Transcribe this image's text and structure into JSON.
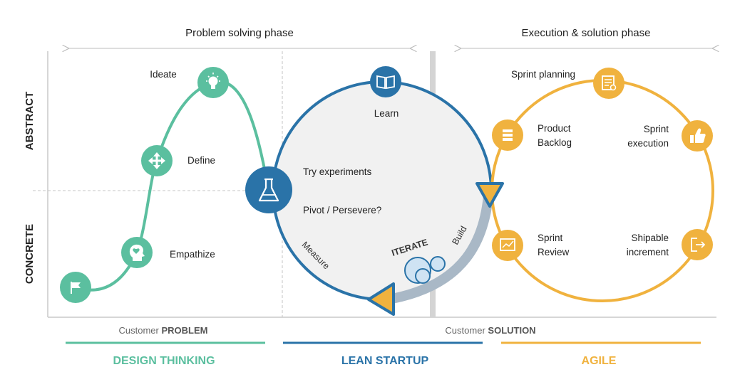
{
  "phases": {
    "problem": "Problem solving phase",
    "execution": "Execution & solution phase"
  },
  "axis": {
    "abstract": "ABSTRACT",
    "concrete": "CONCRETE"
  },
  "design_thinking": {
    "steps": {
      "ideate": "Ideate",
      "define": "Define",
      "empathize": "Empathize"
    }
  },
  "lean_startup": {
    "learn": "Learn",
    "try_experiments": "Try experiments",
    "pivot": "Pivot / Persevere?",
    "measure": "Measure",
    "build": "Build",
    "iterate": "ITERATE"
  },
  "agile": {
    "sprint_planning": "Sprint planning",
    "product_backlog": [
      "Product",
      "Backlog"
    ],
    "sprint_execution": [
      "Sprint",
      "execution"
    ],
    "sprint_review": [
      "Sprint",
      "Review"
    ],
    "shipable_increment": [
      "Shipable",
      "increment"
    ]
  },
  "customer": {
    "problem_prefix": "Customer",
    "problem_word": "PROBLEM",
    "solution_prefix": "Customer",
    "solution_word": "SOLUTION"
  },
  "methods": {
    "design_thinking": "DESIGN THINKING",
    "lean_startup": "LEAN STARTUP",
    "agile": "AGILE"
  },
  "colors": {
    "teal": "#5bbf9f",
    "blue": "#2a73a8",
    "gold": "#f0b23e",
    "grey_fill": "#f1f1f1"
  },
  "icons": {
    "flag": "flag-icon",
    "heart_head": "heart-head-icon",
    "arrows": "move-arrows-icon",
    "bulb": "lightbulb-icon",
    "flask": "flask-icon",
    "book": "book-icon",
    "backlog": "backlog-list-icon",
    "planning": "planning-doc-icon",
    "thumb": "thumbs-up-icon",
    "review": "review-chart-icon",
    "ship": "ship-exit-icon"
  }
}
